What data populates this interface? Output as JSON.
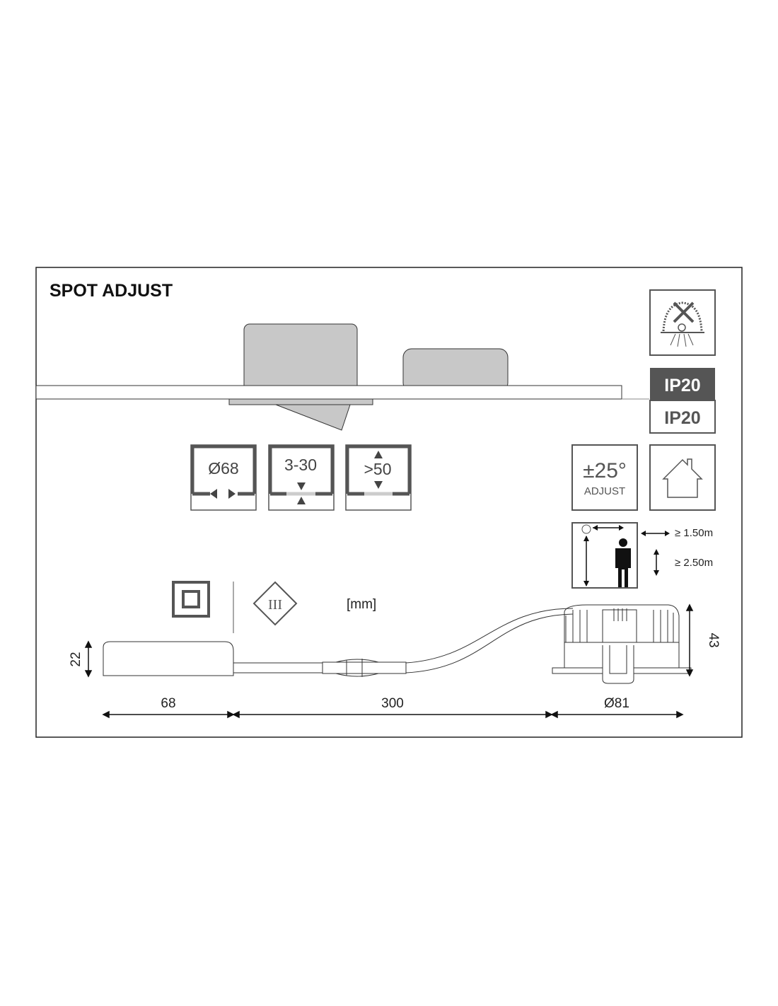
{
  "title": "SPOT ADJUST",
  "icons": {
    "no_insulation_cover": "no-insulation-cover-icon",
    "ip_top": "IP20",
    "ip_bottom": "IP20",
    "cutout": "Ø68",
    "ceiling_thickness": "3-30",
    "installation_depth": ">50",
    "adjust_angle": "±25°",
    "adjust_label": "ADJUST",
    "indoor": "house-icon",
    "distance_side": "≥ 1.50m",
    "distance_height": "≥ 2.50m",
    "protection_class": "class-ii-icon",
    "safety_class": "III",
    "unit": "[mm]"
  },
  "dimensions": {
    "driver_height": "22",
    "driver_length": "68",
    "cable_length": "300",
    "spot_diameter": "Ø81",
    "spot_height": "43"
  },
  "colors": {
    "frame": "#222222",
    "icon_border": "#555555",
    "ip_dark": "#555555",
    "part_fill": "#c8c8c8"
  }
}
